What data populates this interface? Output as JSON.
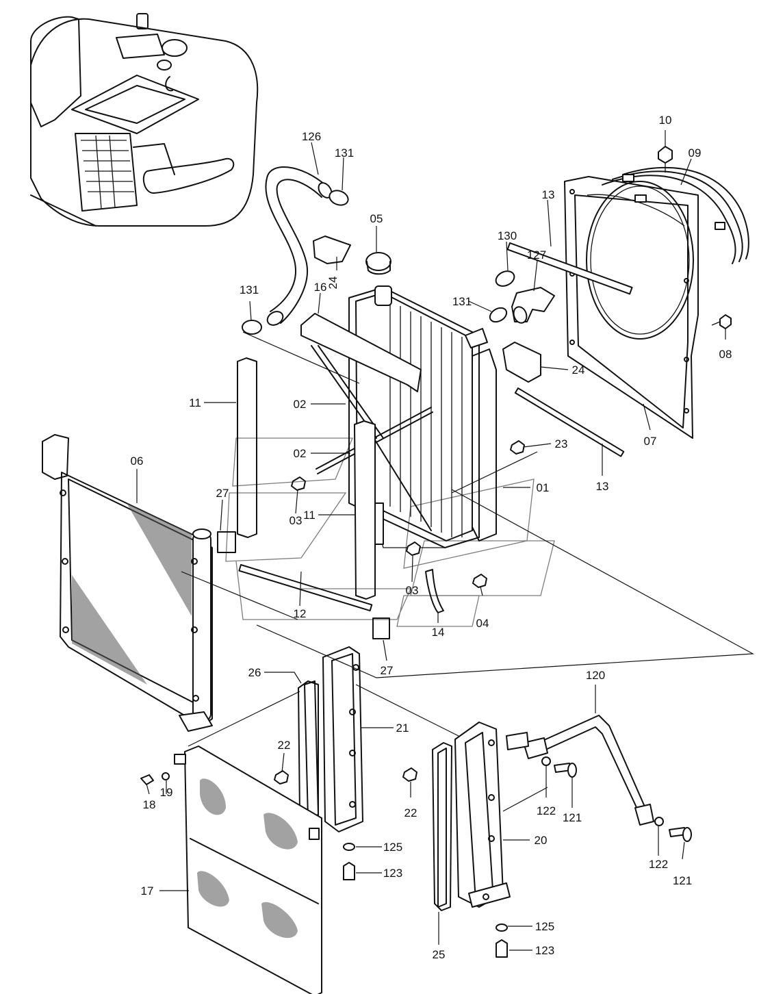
{
  "diagram": {
    "callouts": [
      {
        "id": "c10",
        "text": "10"
      },
      {
        "id": "c09",
        "text": "09"
      },
      {
        "id": "c126",
        "text": "126"
      },
      {
        "id": "c131a",
        "text": "131"
      },
      {
        "id": "c05",
        "text": "05"
      },
      {
        "id": "c13a",
        "text": "13"
      },
      {
        "id": "c130",
        "text": "130"
      },
      {
        "id": "c127",
        "text": "127"
      },
      {
        "id": "c24a",
        "text": "24"
      },
      {
        "id": "c131b",
        "text": "131"
      },
      {
        "id": "c16",
        "text": "16"
      },
      {
        "id": "c131c",
        "text": "131"
      },
      {
        "id": "c08",
        "text": "08"
      },
      {
        "id": "c24b",
        "text": "24"
      },
      {
        "id": "c11a",
        "text": "11"
      },
      {
        "id": "c02a",
        "text": "02"
      },
      {
        "id": "c07",
        "text": "07"
      },
      {
        "id": "c06",
        "text": "06"
      },
      {
        "id": "c02b",
        "text": "02"
      },
      {
        "id": "c23",
        "text": "23"
      },
      {
        "id": "c13b",
        "text": "13"
      },
      {
        "id": "c01",
        "text": "01"
      },
      {
        "id": "c27a",
        "text": "27"
      },
      {
        "id": "c03a",
        "text": "03"
      },
      {
        "id": "c11b",
        "text": "11"
      },
      {
        "id": "c03b",
        "text": "03"
      },
      {
        "id": "c04",
        "text": "04"
      },
      {
        "id": "c12",
        "text": "12"
      },
      {
        "id": "c14",
        "text": "14"
      },
      {
        "id": "c27b",
        "text": "27"
      },
      {
        "id": "c26",
        "text": "26"
      },
      {
        "id": "c120",
        "text": "120"
      },
      {
        "id": "c21",
        "text": "21"
      },
      {
        "id": "c22a",
        "text": "22"
      },
      {
        "id": "c18",
        "text": "18"
      },
      {
        "id": "c19",
        "text": "19"
      },
      {
        "id": "c22b",
        "text": "22"
      },
      {
        "id": "c122a",
        "text": "122"
      },
      {
        "id": "c121a",
        "text": "121"
      },
      {
        "id": "c20",
        "text": "20"
      },
      {
        "id": "c125a",
        "text": "125"
      },
      {
        "id": "c123a",
        "text": "123"
      },
      {
        "id": "c122b",
        "text": "122"
      },
      {
        "id": "c121b",
        "text": "121"
      },
      {
        "id": "c17",
        "text": "17"
      },
      {
        "id": "c25",
        "text": "25"
      },
      {
        "id": "c125b",
        "text": "125"
      },
      {
        "id": "c123b",
        "text": "123"
      }
    ]
  }
}
